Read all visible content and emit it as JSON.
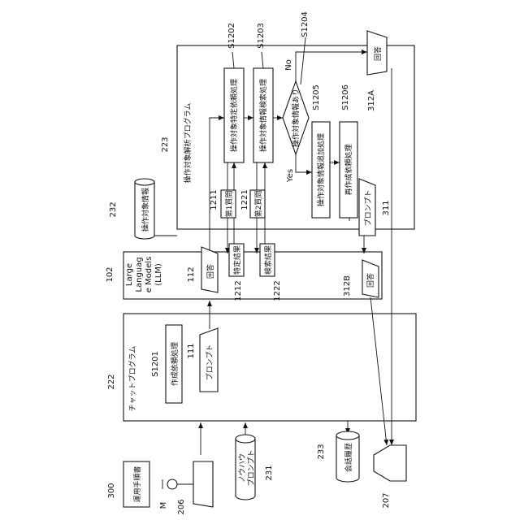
{
  "labels": {
    "ref_300": "300",
    "manual": "運用手順書",
    "ref_M": "M",
    "ref_206": "206",
    "ref_222": "222",
    "chat_program": "チャットプログラム",
    "ref_S1201": "S1201",
    "create_request": "作成依頼処理",
    "ref_111": "111",
    "prompt_111": "プロンプト",
    "ref_102": "102",
    "llm_line1": "Large",
    "llm_line2": "Languag",
    "llm_line3": "e Models",
    "llm_line4": "(LLM)",
    "ref_112": "112",
    "answer_112": "回答",
    "specific_result": "特定結果",
    "ref_1212": "1212",
    "search_result": "検索結果",
    "ref_1222": "1222",
    "ref_312B": "312B",
    "answer_312B": "回答",
    "ref_232": "232",
    "target_info_db": "操作対象情報",
    "ref_223": "223",
    "analysis_program": "操作対象解析プログラム",
    "ref_1211": "1211",
    "q1": "第1質問",
    "ref_1221": "1221",
    "q2": "第2質問",
    "ref_S1202": "S1202",
    "identify_request": "操作対象特定依頼処理",
    "ref_S1203": "S1203",
    "search_process": "操作対象情報検索処理",
    "ref_S1204": "S1204",
    "decision": "操作対象情報あり",
    "no_label": "No",
    "yes_label": "Yes",
    "ref_S1205": "S1205",
    "add_info": "操作対象情報追加処理",
    "ref_S1206": "S1206",
    "recreate_request": "再作成依頼処理",
    "prompt_311": "プロンプト",
    "ref_311": "311",
    "answer_312A": "回答",
    "ref_312A": "312A",
    "ref_231": "231",
    "knowhow_line1": "ノウハウ",
    "knowhow_line2": "プロンプト",
    "ref_233": "233",
    "history": "会話履歴",
    "ref_207": "207"
  }
}
